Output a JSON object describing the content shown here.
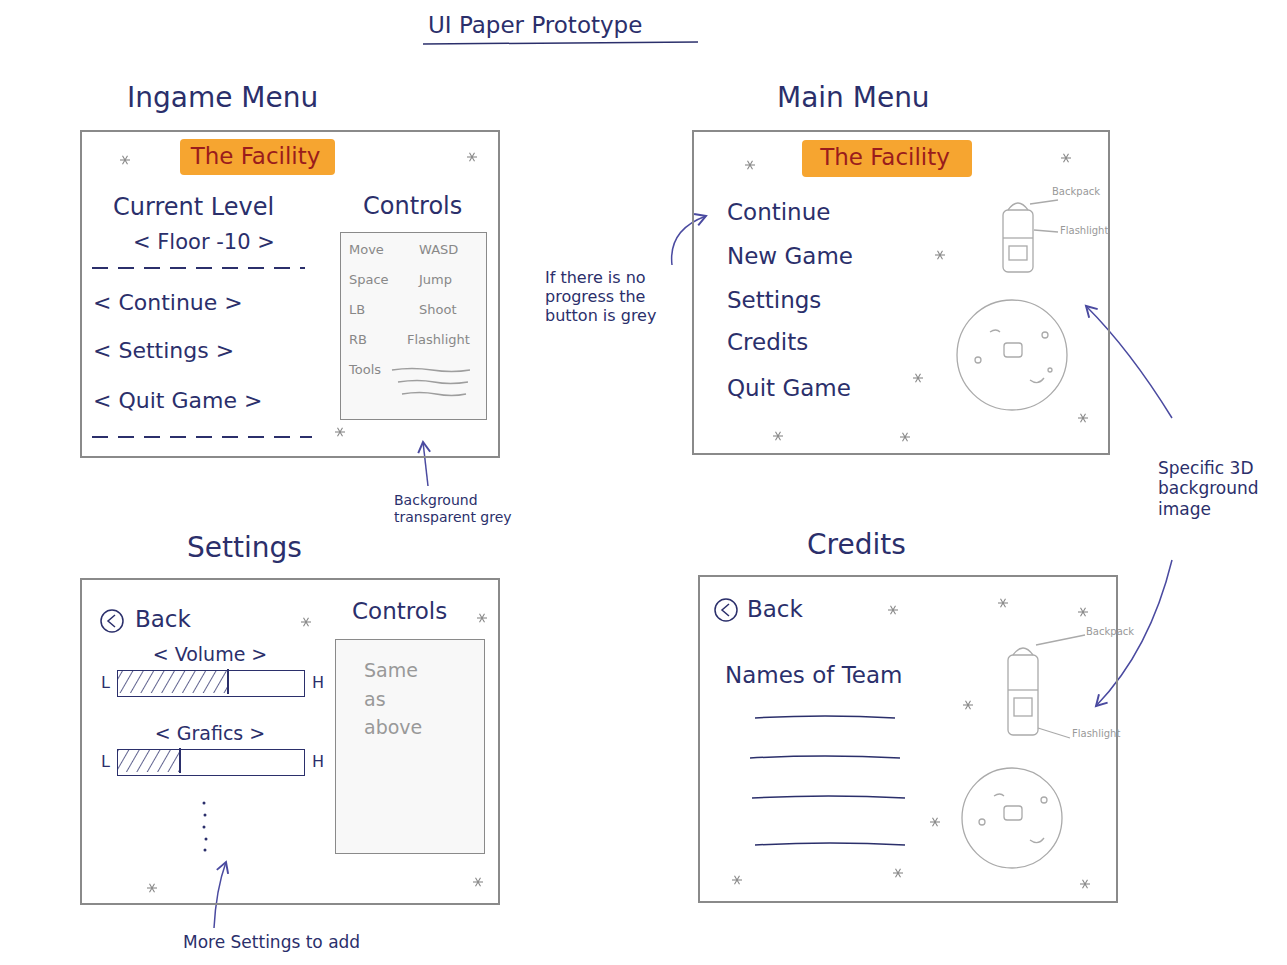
{
  "diagram": {
    "title": "UI Paper Prototype",
    "nodes": [
      {
        "text": [
          "Ingame Menu"
        ]
      },
      {
        "text": [
          "The Facility"
        ],
        "in": 0
      },
      {
        "text": [
          "Controls",
          "Move",
          "WASD",
          "Space",
          "Jump",
          "LB",
          "Shoot",
          "RB",
          "Flashlight",
          "Tools"
        ],
        "in": 0
      },
      {
        "text": [
          "Main Menu"
        ]
      },
      {
        "text": [
          "The Facility"
        ],
        "in": 3
      },
      {
        "text": [
          "Settings"
        ]
      },
      {
        "text": [
          "Controls",
          "Same as above"
        ],
        "in": 5
      },
      {
        "text": [
          "< Volume >",
          "L",
          "H"
        ],
        "in": 5
      },
      {
        "text": [
          "< Grafics >",
          "L",
          "H"
        ],
        "in": 5
      },
      {
        "text": [
          "Credits"
        ]
      }
    ],
    "labels": [
      "Current Level",
      "< Floor -10 >",
      "< Continue >",
      "< Settings >",
      "< Quit Game >",
      "Continue",
      "New Game",
      "Settings",
      "Credits",
      "Quit Game",
      "Backpack",
      "Flashlight",
      "If there is no progress the button is grey",
      "Background transparent grey",
      "Specific 3D background image",
      "Back",
      "More Settings to add",
      "Back",
      "Names of Team",
      "Backpack",
      "Flashlight"
    ]
  }
}
